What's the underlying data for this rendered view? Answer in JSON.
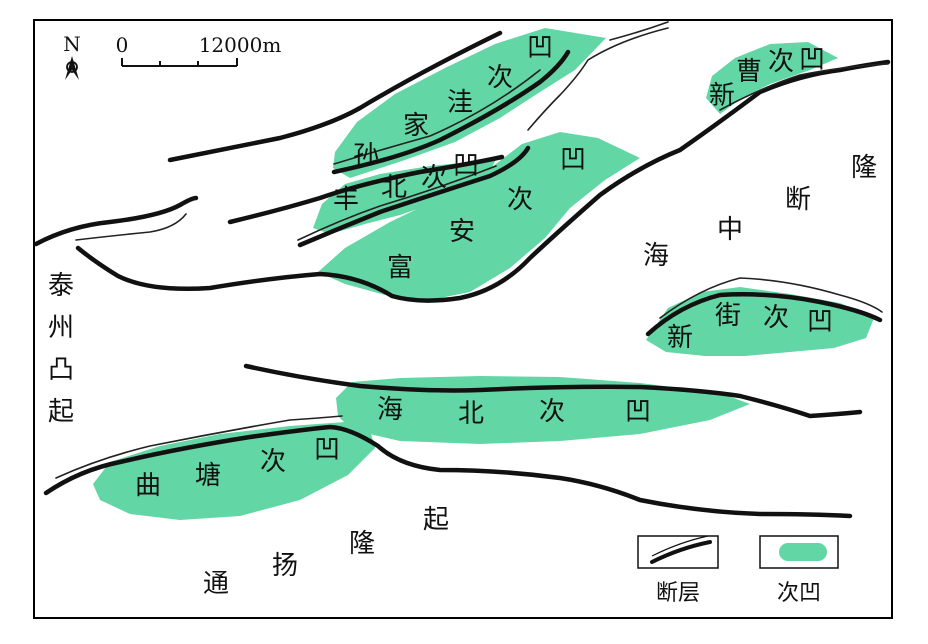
{
  "map": {
    "colors": {
      "sag": "#62d6a4",
      "fault": "#111111",
      "background": "#ffffff",
      "frame": "#000000"
    },
    "north_arrow": {
      "label": "N",
      "icon": "north-arrow-icon"
    },
    "scale_bar": {
      "start": "0",
      "end": "12000m"
    },
    "sags": [
      {
        "id": "sunjiawa",
        "chars": [
          "孙",
          "家",
          "洼",
          "次",
          "凹"
        ]
      },
      {
        "id": "xincao",
        "chars": [
          "新",
          "曹",
          "次",
          "凹"
        ]
      },
      {
        "id": "fengbei",
        "chars": [
          "丰",
          "北",
          "次",
          "凹"
        ]
      },
      {
        "id": "fuan",
        "chars": [
          "富",
          "安",
          "次",
          "凹"
        ]
      },
      {
        "id": "xinjie",
        "chars": [
          "新",
          "街",
          "次",
          "凹"
        ]
      },
      {
        "id": "haibei",
        "chars": [
          "海",
          "北",
          "次",
          "凹"
        ]
      },
      {
        "id": "qutang",
        "chars": [
          "曲",
          "塘",
          "次",
          "凹"
        ]
      }
    ],
    "regions": [
      {
        "id": "taizhou",
        "chars": [
          "泰",
          "州",
          "凸",
          "起"
        ]
      },
      {
        "id": "hai-zhong",
        "chars": [
          "海",
          "中",
          "断",
          "隆"
        ]
      },
      {
        "id": "tongyang",
        "chars": [
          "通",
          "扬",
          "隆",
          "起"
        ]
      }
    ],
    "legend": {
      "fault_label": "断层",
      "sag_label": "次凹"
    }
  }
}
